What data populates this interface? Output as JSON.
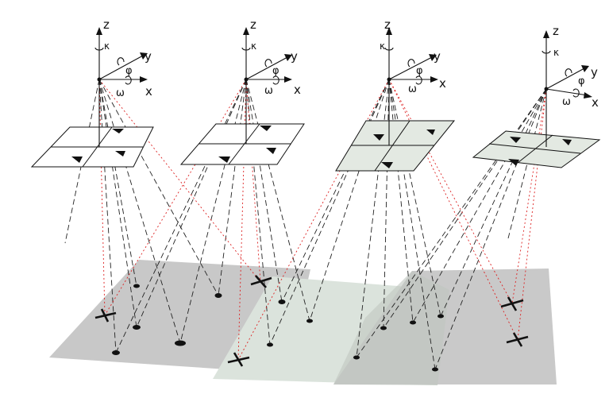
{
  "figure": {
    "background": "#ffffff",
    "colors": {
      "ground_gray": "#c8c8c8",
      "ground_greenish": "#dbe3dc",
      "image_plane_white": "#ffffff",
      "image_plane_tinted": "#e3e9e2",
      "ray_black": "#222222",
      "ray_red": "#dd2222",
      "ink": "#111111"
    },
    "cameras": [
      {
        "id": "camera-1",
        "axis_labels": {
          "z": "z",
          "kappa": "κ",
          "y": "y",
          "phi": "φ",
          "x": "x",
          "omega": "ω"
        }
      },
      {
        "id": "camera-2",
        "axis_labels": {
          "z": "z",
          "kappa": "κ",
          "y": "y",
          "phi": "φ",
          "x": "x",
          "omega": "ω"
        }
      },
      {
        "id": "camera-3",
        "axis_labels": {
          "z": "z",
          "kappa": "κ",
          "y": "y",
          "phi": "φ",
          "x": "x",
          "omega": "ω"
        }
      },
      {
        "id": "camera-4",
        "axis_labels": {
          "z": "z",
          "kappa": "κ",
          "y": "y",
          "phi": "φ",
          "x": "x",
          "omega": "ω"
        }
      }
    ]
  }
}
